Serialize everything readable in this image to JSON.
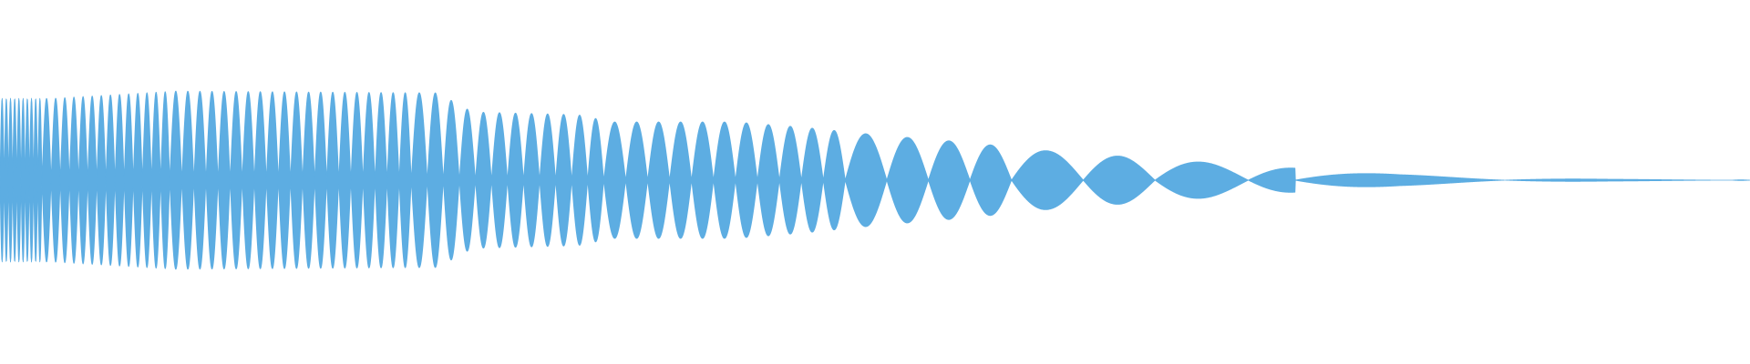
{
  "waveform": {
    "color": "#5DADE2",
    "background": "#ffffff",
    "description_type": "audio-waveform",
    "envelope": [
      {
        "t": 0.0,
        "a": 0.9
      },
      {
        "t": 0.03,
        "a": 0.9
      },
      {
        "t": 0.1,
        "a": 0.98
      },
      {
        "t": 0.25,
        "a": 0.96
      },
      {
        "t": 0.27,
        "a": 0.75
      },
      {
        "t": 0.33,
        "a": 0.72
      },
      {
        "t": 0.35,
        "a": 0.64
      },
      {
        "t": 0.42,
        "a": 0.64
      },
      {
        "t": 0.46,
        "a": 0.58
      },
      {
        "t": 0.5,
        "a": 0.5
      },
      {
        "t": 0.55,
        "a": 0.42
      },
      {
        "t": 0.6,
        "a": 0.32
      },
      {
        "t": 0.65,
        "a": 0.25
      },
      {
        "t": 0.7,
        "a": 0.18
      },
      {
        "t": 0.75,
        "a": 0.12
      },
      {
        "t": 0.8,
        "a": 0.06
      },
      {
        "t": 0.86,
        "a": 0.025
      },
      {
        "t": 0.92,
        "a": 0.01
      },
      {
        "t": 1.0,
        "a": 0.003
      }
    ],
    "segments": [
      {
        "start": 0.0,
        "end": 0.024,
        "cycles": 10
      },
      {
        "start": 0.024,
        "end": 0.097,
        "cycles": 14
      },
      {
        "start": 0.097,
        "end": 0.235,
        "cycles": 20
      },
      {
        "start": 0.235,
        "end": 0.345,
        "cycles": 12
      },
      {
        "start": 0.345,
        "end": 0.483,
        "cycles": 11
      },
      {
        "start": 0.483,
        "end": 0.578,
        "cycles": 4
      },
      {
        "start": 0.578,
        "end": 0.66,
        "cycles": 2
      },
      {
        "start": 0.66,
        "end": 0.74,
        "cycles": 1.5
      },
      {
        "start": 0.74,
        "end": 0.86,
        "cycles": 1
      },
      {
        "start": 0.86,
        "end": 0.98,
        "cycles": 1
      },
      {
        "start": 0.99,
        "end": 1.0,
        "cycles": 1
      }
    ]
  }
}
